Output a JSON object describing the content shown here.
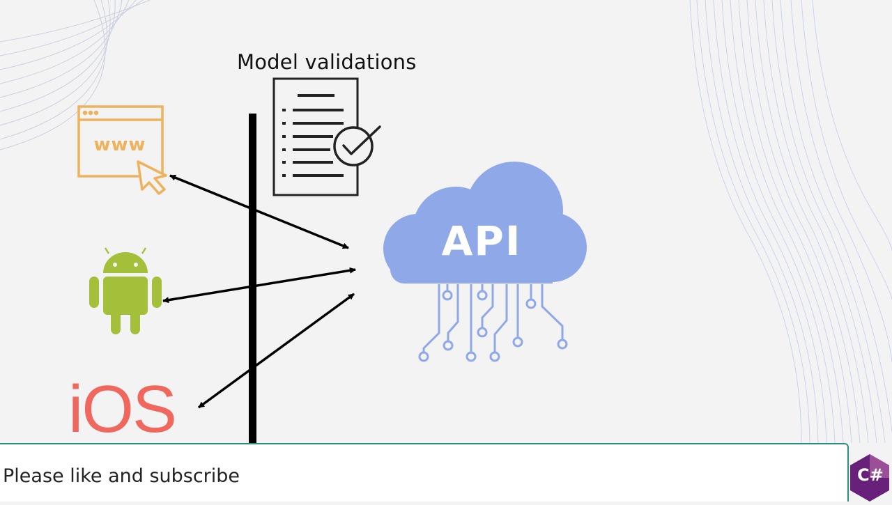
{
  "diagram": {
    "title": "Model validations",
    "web_label": "www",
    "android_label": "",
    "ios_label": "iOS",
    "api_label": "API"
  },
  "footer": {
    "text": "Please like and subscribe",
    "logo_text": "C#"
  },
  "colors": {
    "background": "#f3f3f3",
    "web_icon": "#efb25c",
    "android": "#a4c03a",
    "ios": "#f0675e",
    "api_cloud": "#8fa8e8",
    "footer_border": "#2d8f7f",
    "logo": "#68217a"
  },
  "icons": [
    "web-browser-icon",
    "cursor-icon",
    "android-icon",
    "document-checklist-icon",
    "check-circle-icon",
    "cloud-icon",
    "circuit-icon",
    "csharp-logo-icon"
  ]
}
